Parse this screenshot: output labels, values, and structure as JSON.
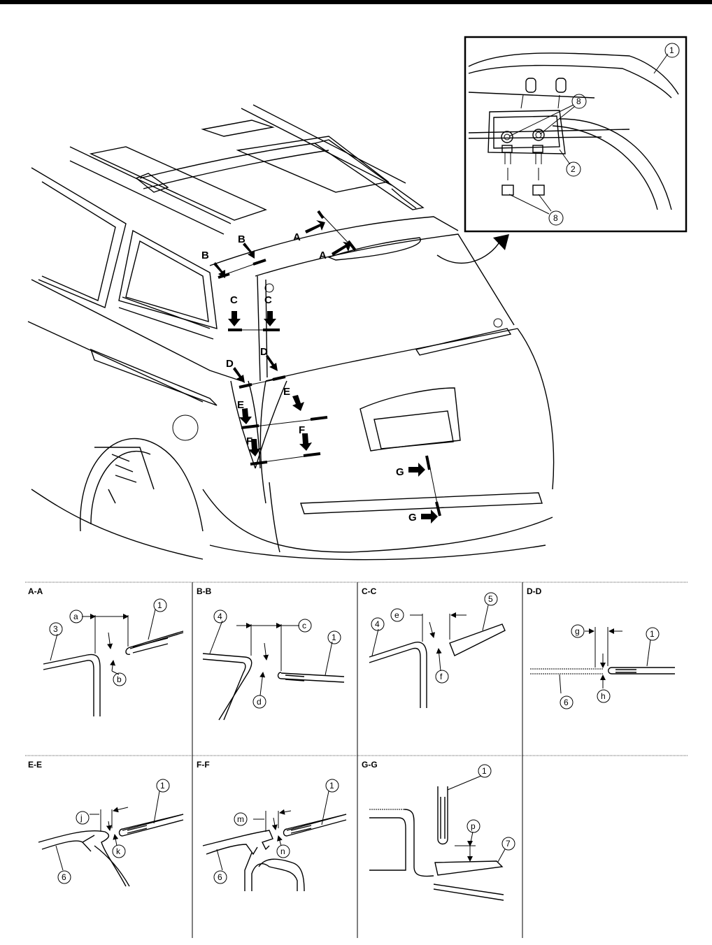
{
  "view_labels": {
    "a_top": "A",
    "a_bottom": "A",
    "b_left": "B",
    "b_right": "B",
    "c_left": "C",
    "c_right": "C",
    "d_left": "D",
    "d_right": "D",
    "e_left": "E",
    "e_right": "E",
    "f_left": "F",
    "f_right": "F",
    "g_top": "G",
    "g_bottom": "G"
  },
  "inset_callouts": {
    "n1": "1",
    "n2": "2",
    "n8a": "8",
    "n8b": "8"
  },
  "sections": [
    {
      "title": "A-A",
      "parts": [
        "1",
        "3"
      ],
      "dims": [
        "a",
        "b"
      ]
    },
    {
      "title": "B-B",
      "parts": [
        "4",
        "1"
      ],
      "dims": [
        "c",
        "d"
      ]
    },
    {
      "title": "C-C",
      "parts": [
        "4",
        "5"
      ],
      "dims": [
        "e",
        "f"
      ]
    },
    {
      "title": "D-D",
      "parts": [
        "1",
        "6"
      ],
      "dims": [
        "g",
        "h"
      ]
    },
    {
      "title": "E-E",
      "parts": [
        "1",
        "6"
      ],
      "dims": [
        "j",
        "k"
      ]
    },
    {
      "title": "F-F",
      "parts": [
        "1",
        "6"
      ],
      "dims": [
        "m",
        "n"
      ]
    },
    {
      "title": "G-G",
      "parts": [
        "1",
        "7"
      ],
      "dims": [
        "p"
      ]
    }
  ]
}
